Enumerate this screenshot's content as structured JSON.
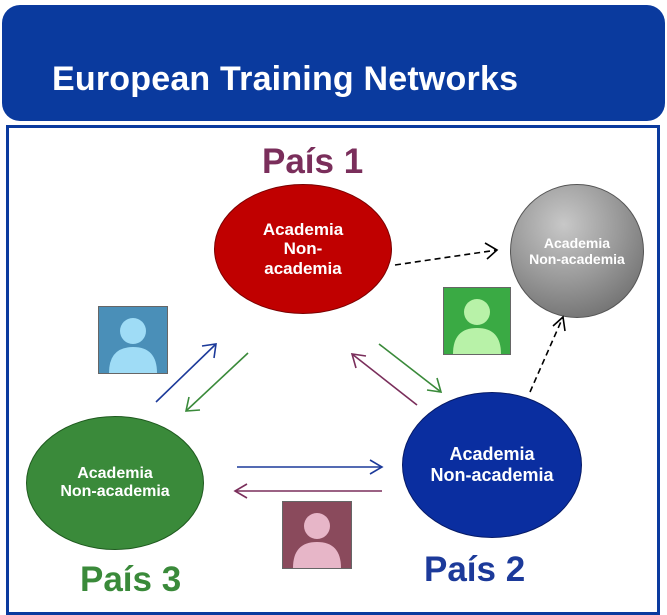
{
  "header": {
    "title": "European Training Networks"
  },
  "countries": {
    "c1": "País 1",
    "c2": "País 2",
    "c3": "País 3"
  },
  "nodes": {
    "n1": {
      "line1": "Academia",
      "line2": "Non-",
      "line3": "academia"
    },
    "n2": {
      "line1": "Academia",
      "line2": "Non-academia"
    },
    "n3": {
      "line1": "Academia",
      "line2": "Non-academia"
    },
    "n4": {
      "line1": "Academia",
      "line2": "Non-academia"
    }
  },
  "colors": {
    "header": "#0a3a9e",
    "country1": "#7a2e5b",
    "country2": "#1c3a9a",
    "country3": "#3a8a3a",
    "node1": "#c00000",
    "node2": "#0a2ea0",
    "node3": "#3a8a3a",
    "node4": "#8a8a8a",
    "arrow_blue": "#1c3a9a",
    "arrow_green": "#3a8a3a",
    "arrow_purple": "#7a2e5b"
  },
  "icons": [
    "person-icon-blue",
    "person-icon-green",
    "person-icon-pink"
  ]
}
